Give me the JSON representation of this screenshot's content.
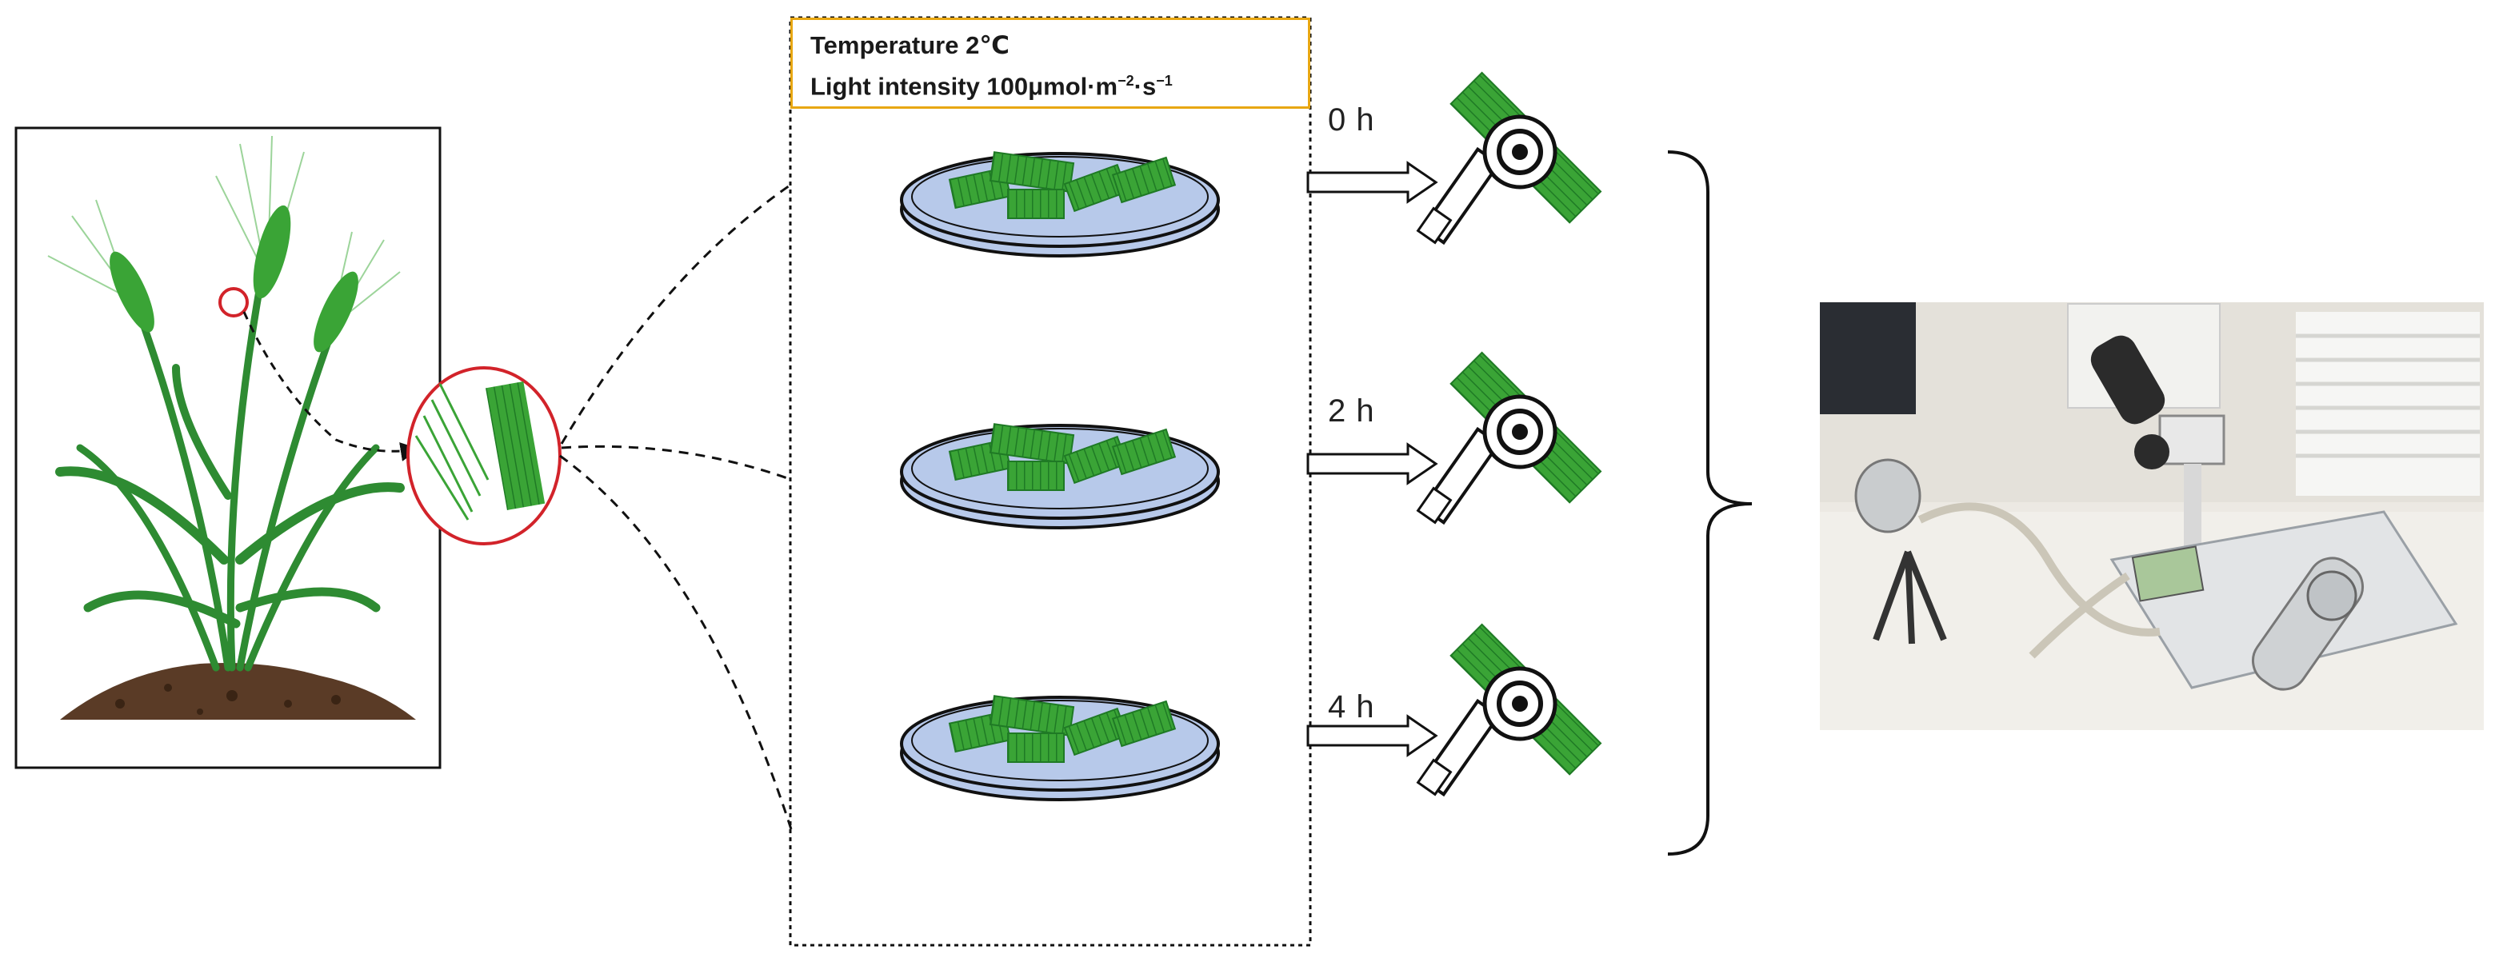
{
  "header": {
    "temperature": "Temperature 2℃",
    "light_prefix": "Light intensity 100μmol·m",
    "light_exp1": "−2",
    "light_mid": "·s",
    "light_exp2": "−1"
  },
  "time_points": [
    "0 h",
    "2 h",
    "4 h"
  ],
  "colors": {
    "leaf_green": "#3aa436",
    "leaf_dark": "#1f7a25",
    "dish_fill": "#b7c9ea",
    "highlight_red": "#d2232a",
    "header_border": "#e8a712",
    "soil": "#5a3b26"
  },
  "icons": [
    "wheat-plant-icon",
    "magnifier-circle-icon",
    "petri-dish-icon",
    "leaf-clip-icon",
    "arrow-right-icon",
    "curly-brace-icon",
    "fluorometer-photo"
  ]
}
